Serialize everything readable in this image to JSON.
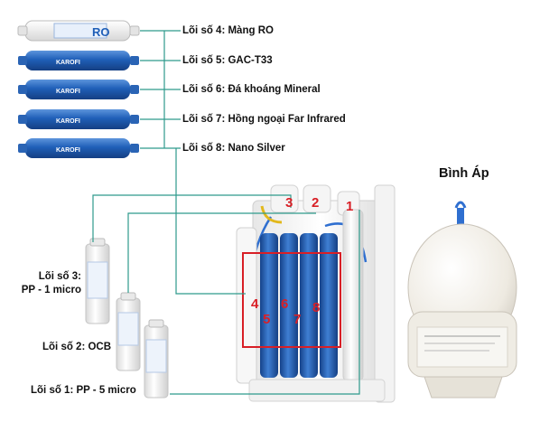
{
  "labels": {
    "l4": "Lõi số 4: Màng RO",
    "l5": "Lõi số 5: GAC-T33",
    "l6": "Lõi số 6: Đá khoáng Mineral",
    "l7": "Lõi số 7: Hồng ngoại Far Infrared",
    "l8": "Lõi số 8: Nano Silver",
    "l3a": "Lõi số 3:",
    "l3b": "PP - 1 micro",
    "l2": "Lõi số 2: OCB",
    "l1": "Lõi số 1: PP - 5 micro"
  },
  "tank_title": "Bình Áp",
  "numbers": {
    "n1": "1",
    "n2": "2",
    "n3": "3",
    "n4": "4",
    "n5": "5",
    "n6": "6",
    "n7": "7",
    "n8": "8"
  },
  "filter_text": {
    "ro": "RO",
    "brand": "KAROFI"
  },
  "colors": {
    "line": "#2e9a8c",
    "highlight": "#d81f26",
    "filter_blue": "#1f5fb8",
    "tank": "#f2efe7"
  }
}
